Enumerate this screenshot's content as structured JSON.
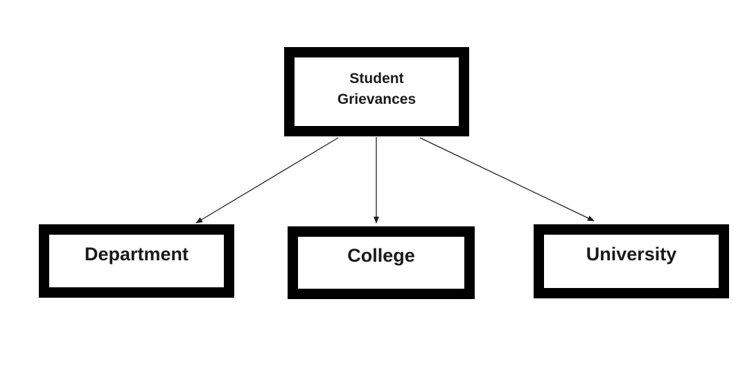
{
  "diagram": {
    "root": {
      "id": "student-grievances",
      "label": "Student Grievances"
    },
    "children": [
      {
        "id": "department",
        "label": "Department"
      },
      {
        "id": "college",
        "label": "College"
      },
      {
        "id": "university",
        "label": "University"
      }
    ],
    "edges": [
      {
        "from": "Student Grievances",
        "to": "Department"
      },
      {
        "from": "Student Grievances",
        "to": "College"
      },
      {
        "from": "Student Grievances",
        "to": "University"
      }
    ]
  },
  "colors": {
    "background": "#ffffff",
    "box_fill": "#ffffff",
    "box_border": "#000000",
    "text": "#1a1a1a",
    "arrow": "#1f1f1f"
  }
}
